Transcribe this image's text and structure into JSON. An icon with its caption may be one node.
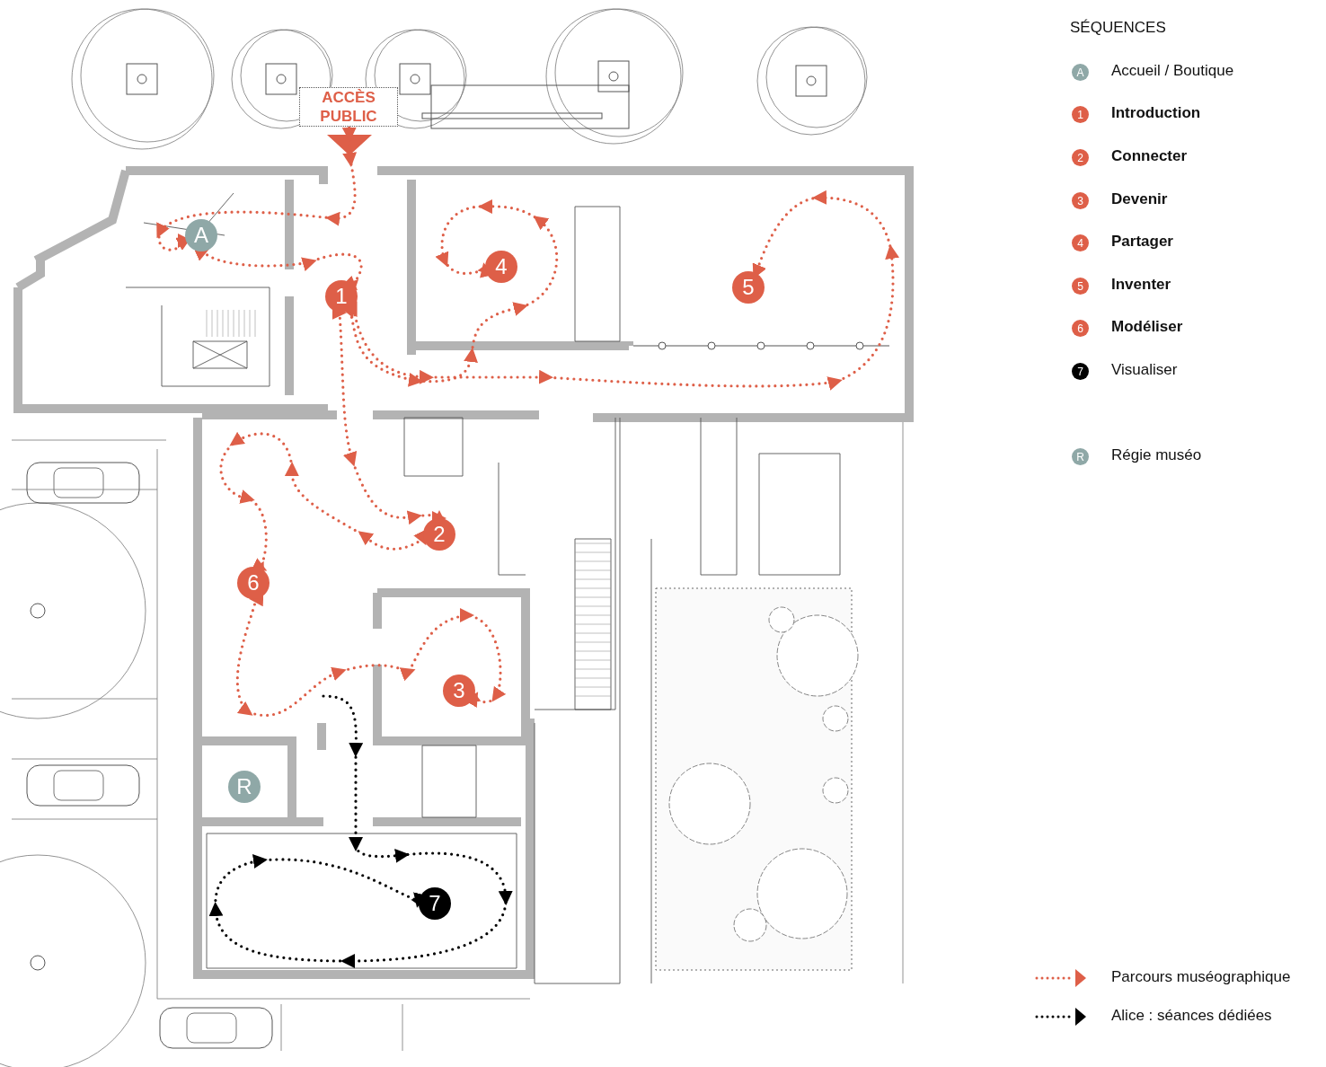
{
  "diagram": {
    "nodes": [
      {
        "text": [
          "ACCÈS PUBLIC"
        ]
      },
      {
        "text": [
          "A"
        ]
      },
      {
        "text": [
          "1"
        ]
      },
      {
        "text": [
          "4"
        ]
      },
      {
        "text": [
          "5"
        ]
      },
      {
        "text": [
          "2"
        ]
      },
      {
        "text": [
          "6"
        ]
      },
      {
        "text": [
          "3"
        ]
      },
      {
        "text": [
          "R"
        ]
      },
      {
        "text": [
          "7"
        ]
      }
    ],
    "edges": [
      {
        "from": 0,
        "to": 1,
        "arrow": "to"
      },
      {
        "from": 1,
        "to": 2,
        "arrow": "to"
      },
      {
        "from": 2,
        "to": 3,
        "arrow": "to"
      },
      {
        "from": 2,
        "to": 4,
        "arrow": "to"
      },
      {
        "from": 2,
        "to": 5,
        "arrow": "to"
      },
      {
        "from": 5,
        "to": 6,
        "arrow": "to"
      },
      {
        "from": 6,
        "to": 7,
        "arrow": "to"
      },
      {
        "from": null,
        "to": 9,
        "arrow": "to",
        "color": "#000000"
      }
    ],
    "labels": [
      "SÉQUENCES",
      "A",
      "1",
      "2",
      "3",
      "4",
      "5",
      "6",
      "7",
      "R"
    ],
    "legend": [
      {
        "text": "Accueil / Boutique",
        "color": "#8fa8a7"
      },
      {
        "text": "Introduction",
        "color": "#de5f48"
      },
      {
        "text": "Connecter",
        "color": "#de5f48"
      },
      {
        "text": "Devenir",
        "color": "#de5f48"
      },
      {
        "text": "Partager",
        "color": "#de5f48"
      },
      {
        "text": "Inventer",
        "color": "#de5f48"
      },
      {
        "text": "Modéliser",
        "color": "#de5f48"
      },
      {
        "text": "Visualiser",
        "color": "#000000"
      },
      {
        "text": "Régie muséo",
        "color": "#8fa8a7"
      },
      {
        "text": "Parcours muséographique"
      },
      {
        "text": "Alice : séances dédiées"
      }
    ]
  }
}
